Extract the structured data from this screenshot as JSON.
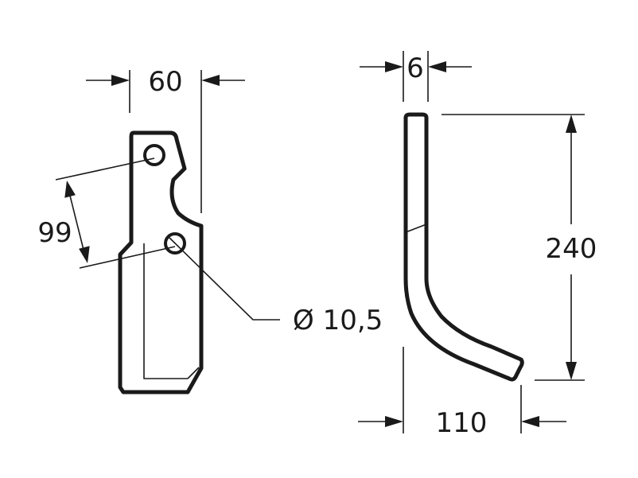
{
  "dimensions": {
    "width_top": "60",
    "thickness": "6",
    "hole_spacing": "99",
    "hole_diameter": "Ø 10,5",
    "height": "240",
    "width_bottom": "110"
  },
  "colors": {
    "ink": "#1a1a1a",
    "background": "#ffffff"
  }
}
